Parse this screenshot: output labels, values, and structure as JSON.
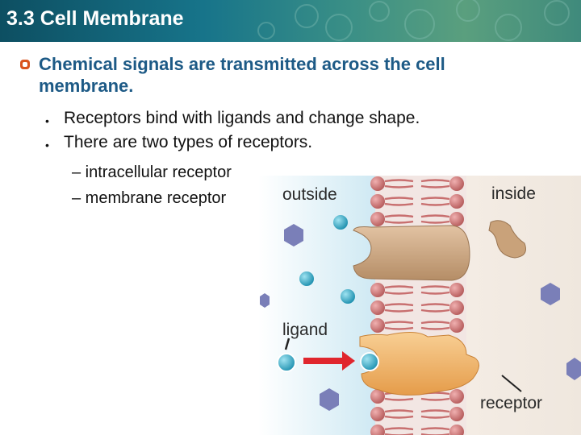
{
  "header": {
    "title": "3.3 Cell Membrane"
  },
  "content": {
    "main_point": "Chemical signals are transmitted across the cell membrane.",
    "bullets": [
      "Receptors bind with ligands and change shape.",
      "There are two types of receptors."
    ],
    "sub_items": [
      "– intracellular receptor",
      "– membrane receptor"
    ]
  },
  "diagram": {
    "outside_label": "outside",
    "inside_label": "inside",
    "ligand_label": "ligand",
    "receptor_label": "receptor"
  },
  "colors": {
    "title_text": "#1d5a86",
    "bullet_icon": "#d9531e",
    "arrow": "#e0262d",
    "ligand": "#2aa6c4",
    "hexagon": "#7a7fb8",
    "receptor_top": "#c9a27a",
    "receptor_bottom": "#f0b36a",
    "phospholipid_head": "#d07b7b"
  }
}
